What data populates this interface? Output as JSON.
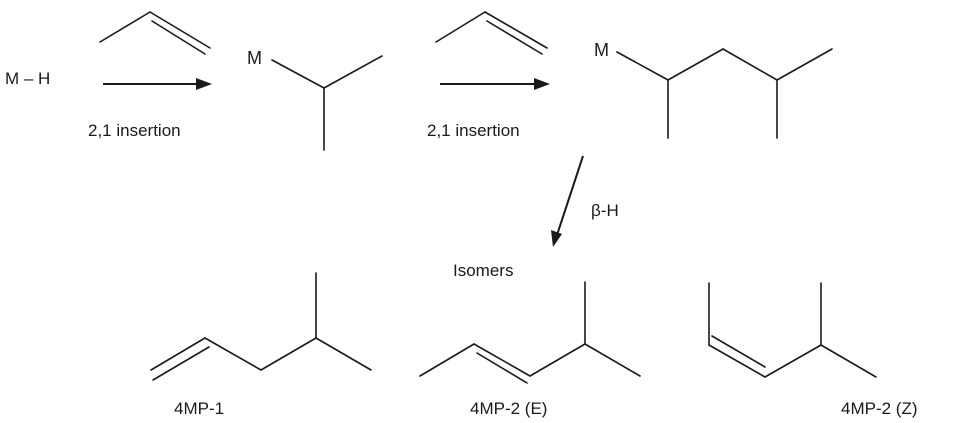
{
  "reagents": {
    "metal_hydride": "M – H",
    "metal": "M"
  },
  "steps": {
    "first_insertion": "2,1 insertion",
    "second_insertion": "2,1 insertion",
    "elimination": "β-H"
  },
  "products": {
    "heading": "Isomers",
    "p1": "4MP-1",
    "p2": "4MP-2 (E)",
    "p3": "4MP-2 (Z)"
  }
}
